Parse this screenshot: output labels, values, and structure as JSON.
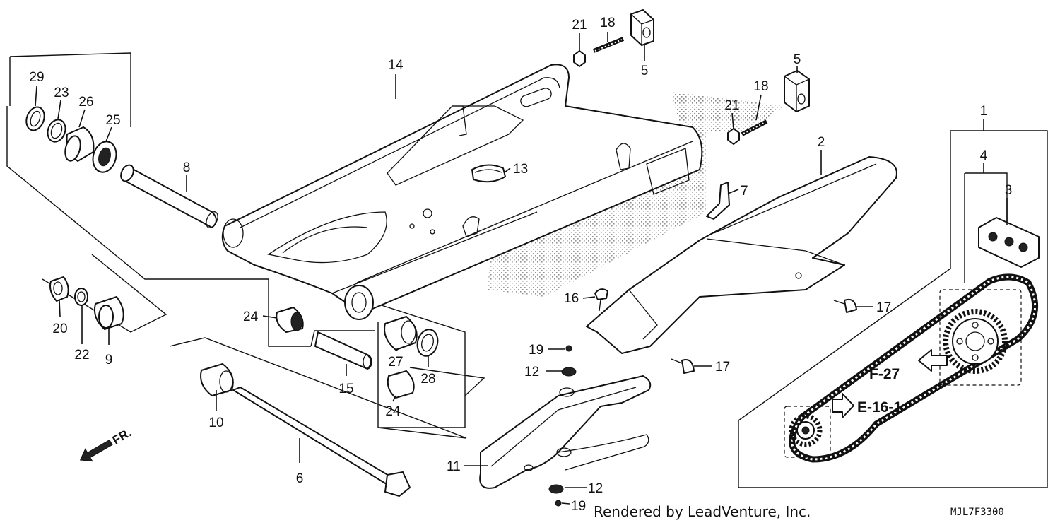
{
  "diagram": {
    "parts": [
      {
        "id": "p1",
        "number": "1"
      },
      {
        "id": "p2",
        "number": "2"
      },
      {
        "id": "p3",
        "number": "3"
      },
      {
        "id": "p4",
        "number": "4"
      },
      {
        "id": "p5a",
        "number": "5"
      },
      {
        "id": "p5b",
        "number": "5"
      },
      {
        "id": "p6",
        "number": "6"
      },
      {
        "id": "p7",
        "number": "7"
      },
      {
        "id": "p8",
        "number": "8"
      },
      {
        "id": "p9",
        "number": "9"
      },
      {
        "id": "p10",
        "number": "10"
      },
      {
        "id": "p11",
        "number": "11"
      },
      {
        "id": "p12a",
        "number": "12"
      },
      {
        "id": "p12b",
        "number": "12"
      },
      {
        "id": "p13",
        "number": "13"
      },
      {
        "id": "p14",
        "number": "14"
      },
      {
        "id": "p15",
        "number": "15"
      },
      {
        "id": "p16",
        "number": "16"
      },
      {
        "id": "p17a",
        "number": "17"
      },
      {
        "id": "p17b",
        "number": "17"
      },
      {
        "id": "p18a",
        "number": "18"
      },
      {
        "id": "p18b",
        "number": "18"
      },
      {
        "id": "p19a",
        "number": "19"
      },
      {
        "id": "p19b",
        "number": "19"
      },
      {
        "id": "p20",
        "number": "20"
      },
      {
        "id": "p21a",
        "number": "21"
      },
      {
        "id": "p21b",
        "number": "21"
      },
      {
        "id": "p22",
        "number": "22"
      },
      {
        "id": "p23",
        "number": "23"
      },
      {
        "id": "p24a",
        "number": "24"
      },
      {
        "id": "p24b",
        "number": "24"
      },
      {
        "id": "p25",
        "number": "25"
      },
      {
        "id": "p26",
        "number": "26"
      },
      {
        "id": "p27",
        "number": "27"
      },
      {
        "id": "p28",
        "number": "28"
      },
      {
        "id": "p29",
        "number": "29"
      }
    ],
    "references": {
      "f27": "F-27",
      "e161": "E-16-1"
    },
    "direction_label": "FR.",
    "credit": "Rendered by LeadVenture, Inc.",
    "diagram_code": "MJL7F3300"
  }
}
